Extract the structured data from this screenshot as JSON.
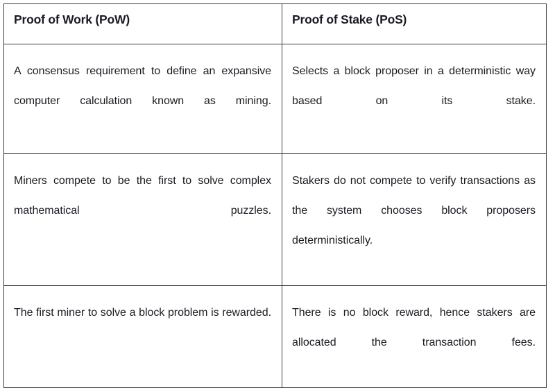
{
  "document": {
    "type": "comparison-table",
    "background_color": "#ffffff",
    "text_color": "#1a1a22",
    "border_color": "#3b3b42"
  },
  "table": {
    "columns": [
      {
        "key": "pow",
        "header": "Proof of Work (PoW)"
      },
      {
        "key": "pos",
        "header": "Proof of Stake (PoS)"
      }
    ],
    "rows": [
      {
        "pow": "A consensus requirement to define an expansive computer calculation known as mining.",
        "pos": "Selects a block proposer in a deterministic way based on its stake."
      },
      {
        "pow": "Miners compete to be the first to solve complex mathematical puzzles.",
        "pos": "Stakers do not compete to verify transactions as the system chooses block proposers deterministically."
      },
      {
        "pow": "The first miner to solve a block problem is rewarded.",
        "pos": "There is no block reward, hence stakers are allocated the transaction fees."
      }
    ]
  }
}
